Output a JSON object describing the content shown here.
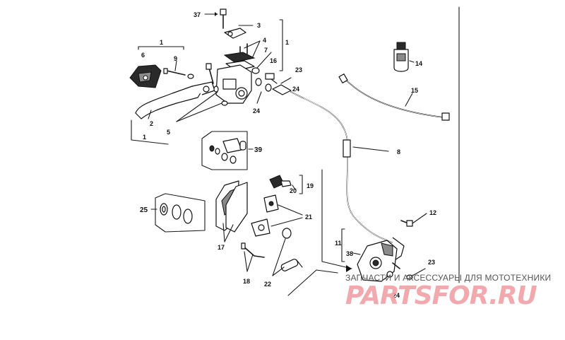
{
  "labels": {
    "p37": "37",
    "p3": "3",
    "p4": "4",
    "p1_top": "1",
    "p1_left": "1",
    "p6": "6",
    "p9": "9",
    "p7": "7",
    "p16": "16",
    "p23_top": "23",
    "p24_top": "24",
    "p24_mid": "24",
    "p2": "2",
    "p1_lever": "1",
    "p5": "5",
    "p39": "39",
    "p14": "14",
    "p15": "15",
    "p8": "8",
    "p19": "19",
    "p20": "20",
    "p21": "21",
    "p25": "25",
    "p17": "17",
    "p12": "12",
    "p11": "11",
    "p38": "38",
    "p18": "18",
    "p22": "22",
    "p23_bottom": "23",
    "p24_bottom": "24"
  },
  "watermark": {
    "caption": "ЗАПЧАСТИ И АКСЕССУАРЫ ДЛЯ МОТОТЕХНИКИ",
    "logo": "PARTSFOR.RU",
    "color": "#f0a0a6"
  }
}
